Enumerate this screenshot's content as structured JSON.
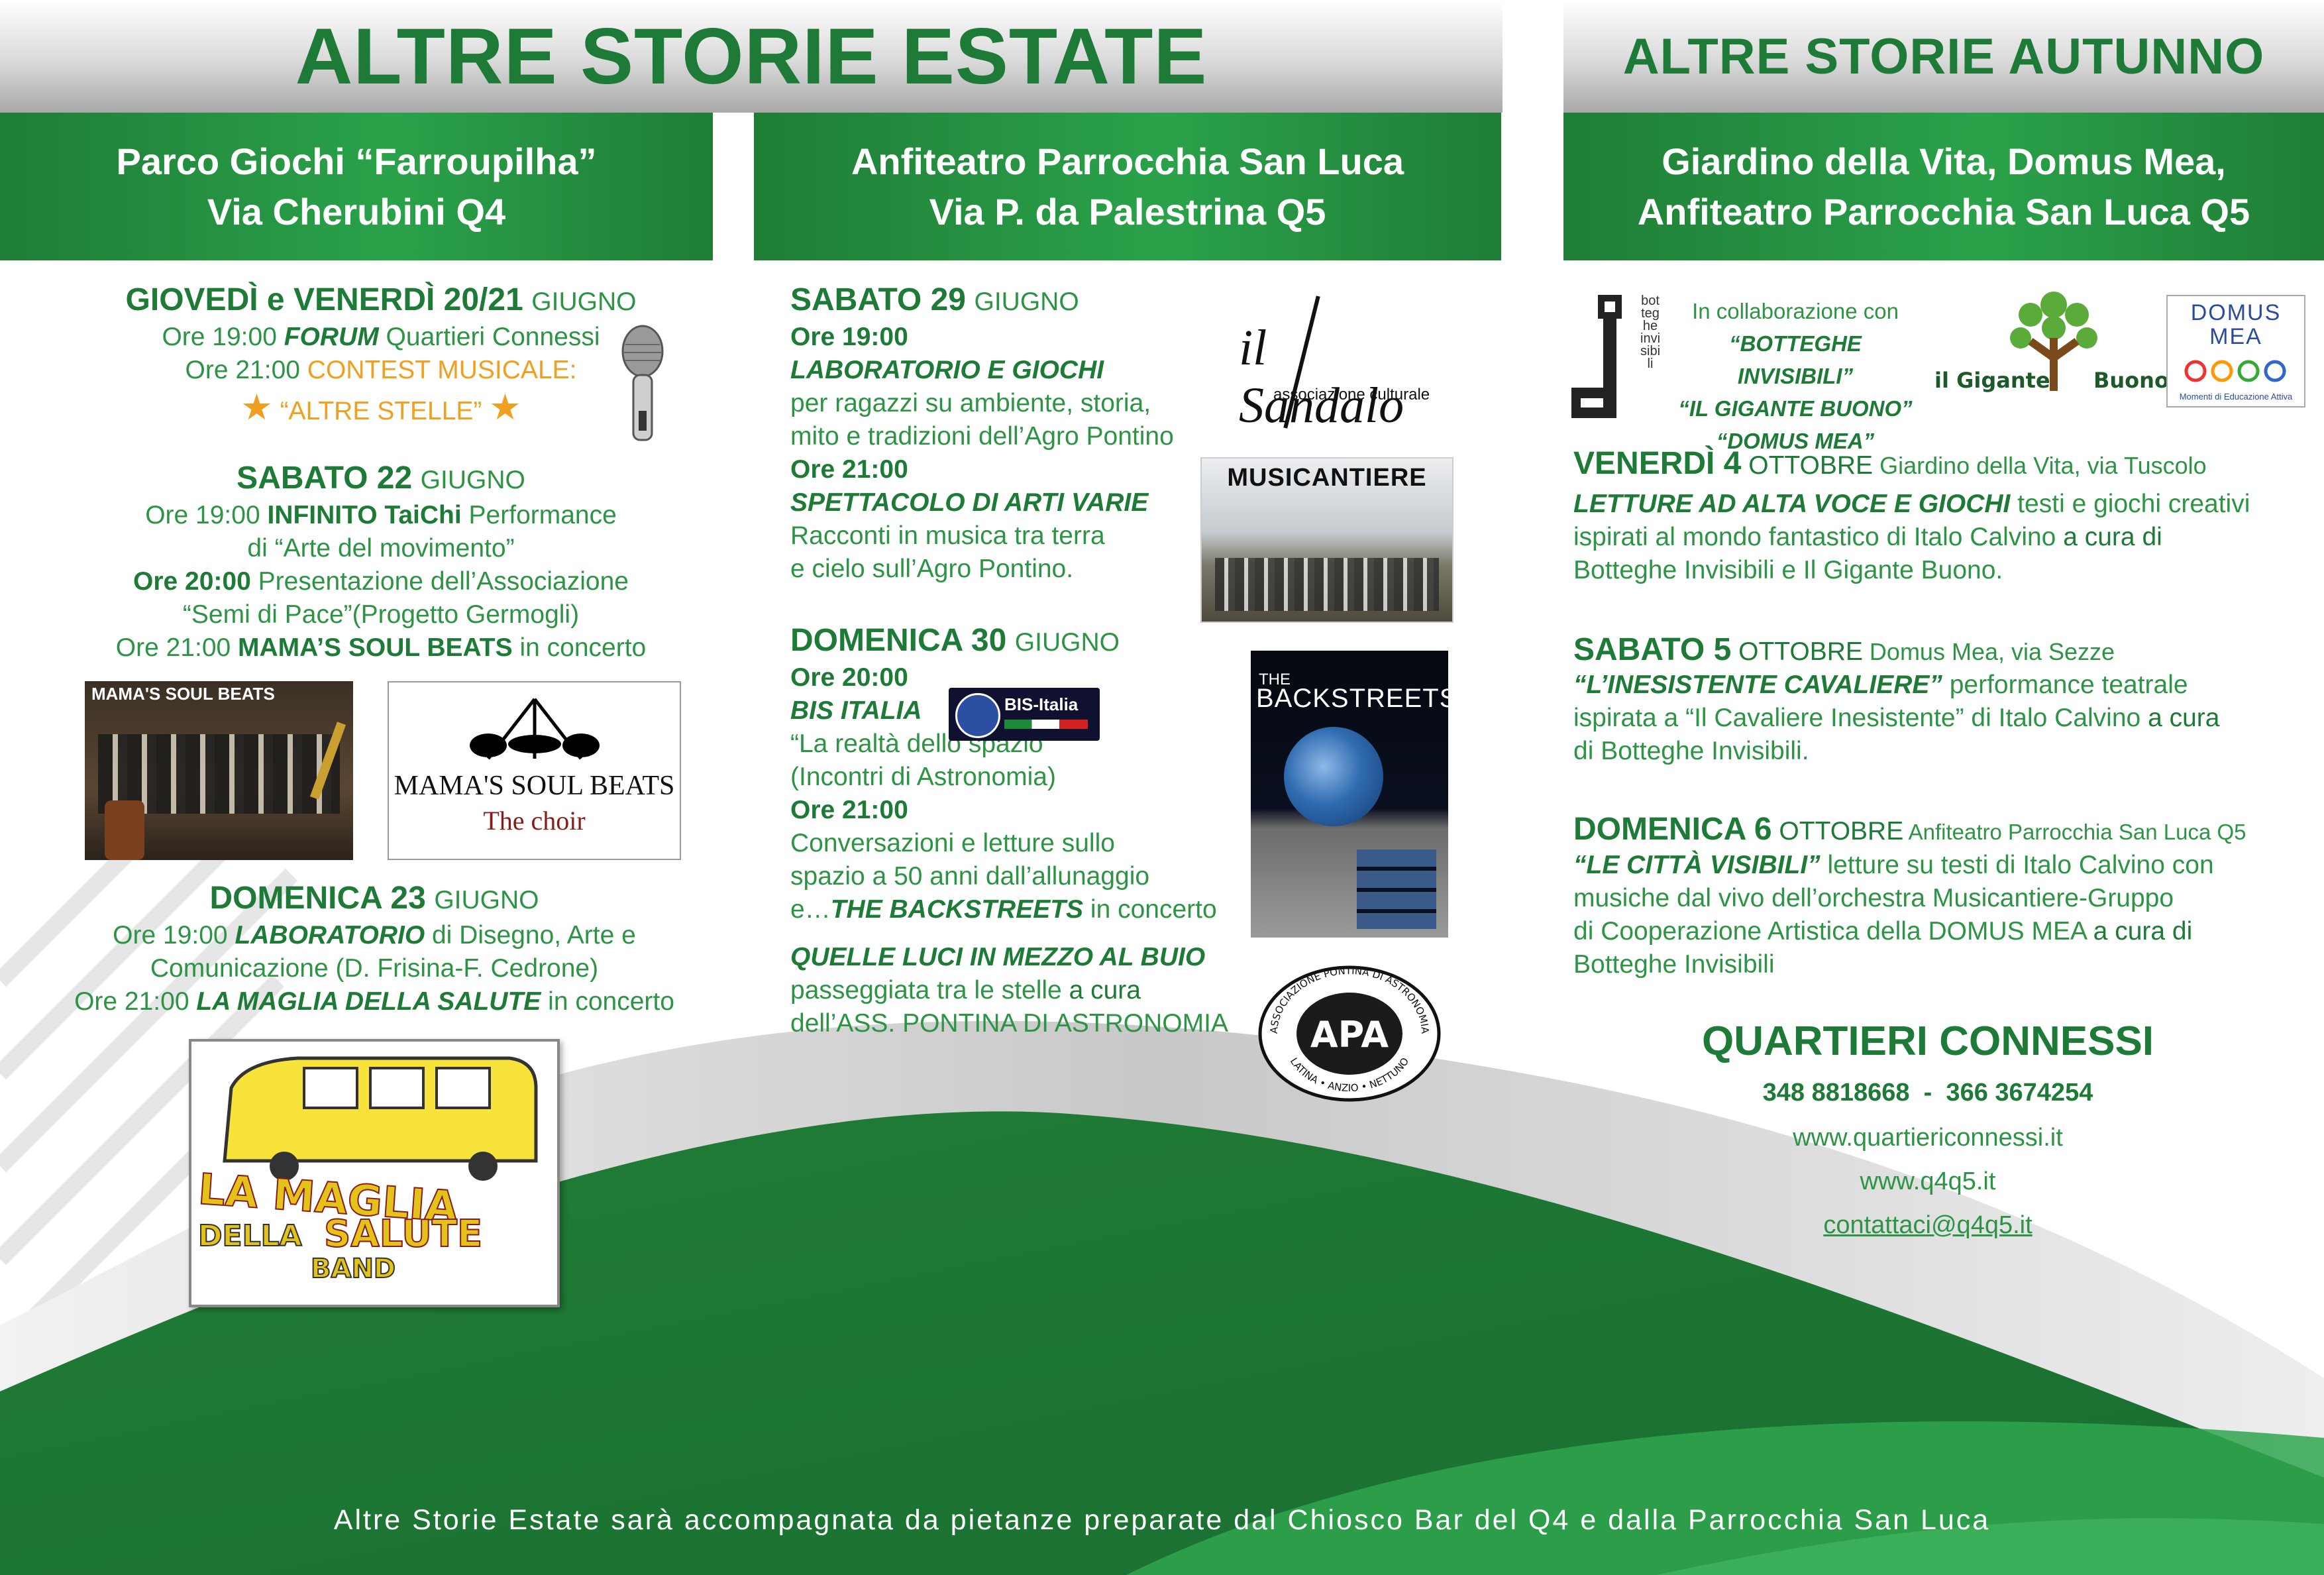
{
  "colors": {
    "green_dark": "#1e7a37",
    "green": "#2e9445",
    "orange": "#f0a020",
    "grey": "#a9a9a9"
  },
  "estate": {
    "title": "ALTRE  STORIE ESTATE",
    "venue1": {
      "line1": "Parco Giochi “Farroupilha”",
      "line2": "Via Cherubini Q4"
    },
    "venue2": {
      "line1": "Anfiteatro Parrocchia San Luca",
      "line2": "Via P. da Palestrina Q5"
    }
  },
  "autunno": {
    "title": "ALTRE STORIE AUTUNNO",
    "venue": {
      "line1": "Giardino della Vita, Domus Mea,",
      "line2": "Anfiteatro Parrocchia San Luca Q5"
    }
  },
  "col1": {
    "d1": {
      "day": "GIOVEDÌ e VENERDÌ 20/21",
      "month": "GIUGNO",
      "l1a": "Ore 19:00 ",
      "l1b": "FORUM",
      "l1c": " Quartieri Connessi",
      "l2a": "Ore 21:00 ",
      "l2b": "CONTEST MUSICALE:",
      "l3": "“ALTRE STELLE”"
    },
    "d2": {
      "day": "SABATO 22",
      "month": "GIUGNO",
      "l1a": "Ore 19:00 ",
      "l1b": "INFINITO TaiChi",
      "l1c": " Performance",
      "l2": "di “Arte del movimento”",
      "l3a": "Ore 20:00",
      "l3b": " Presentazione dell’Associazione",
      "l4": "“Semi di Pace”(Progetto Germogli)",
      "l5a": "Ore 21:00 ",
      "l5b": "MAMA’S SOUL BEATS",
      "l5c": " in concerto"
    },
    "mama_photo_caption": "MAMA'S SOUL BEATS",
    "mama_logo": {
      "line1": "MAMA'S SOUL BEATS",
      "line2": "The choir"
    },
    "d3": {
      "day": "DOMENICA 23",
      "month": "GIUGNO",
      "l1a": "Ore 19:00 ",
      "l1b": "LABORATORIO",
      "l1c": " di Disegno, Arte e",
      "l2": "Comunicazione (D. Frisina-F. Cedrone)",
      "l3a": "Ore 21:00 ",
      "l3b": "LA MAGLIA DELLA SALUTE",
      "l3c": " in concerto"
    },
    "maglia_logo": {
      "w1": "LA MAGLIA",
      "w2": "DELLA",
      "w3": "SALUTE",
      "w4": "BAND"
    }
  },
  "col2": {
    "d1": {
      "day": "SABATO 29",
      "month": "GIUGNO",
      "l1": "Ore 19:00",
      "l2": "LABORATORIO E GIOCHI",
      "l3": "per ragazzi su ambiente, storia,",
      "l4": "mito e tradizioni dell’Agro Pontino",
      "l5": "Ore 21:00",
      "l6": "SPETTACOLO DI ARTI VARIE",
      "l7": "Racconti in musica tra terra",
      "l8": "e cielo sull’Agro Pontino."
    },
    "sandalo": {
      "name": "il Sandalo",
      "sub": "associazione culturale"
    },
    "musicantiere": "MUSICANTIERE",
    "d2": {
      "day": "DOMENICA 30",
      "month": "GIUGNO",
      "l1": "Ore 20:00",
      "l2": "BIS ITALIA",
      "l3": "“La realtà dello spazio”",
      "l4": "(Incontri di Astronomia)",
      "l5": "Ore 21:00",
      "l6": "Conversazioni e letture sullo",
      "l7": "spazio a 50 anni dall’allunaggio",
      "l8a": "e…",
      "l8b": "THE BACKSTREETS",
      "l8c": " in concerto"
    },
    "bis_logo": "BIS-Italia",
    "backstreets": {
      "the": "THE",
      "name": "BACKSTREETS"
    },
    "d3": {
      "l1": "QUELLE LUCI IN MEZZO AL BUIO",
      "l2a": "passeggiata tra le stelle ",
      "l2b": "a cura",
      "l3": "dell’ASS. PONTINA DI ASTRONOMIA"
    },
    "apa": {
      "ring_top": "ASSOCIAZIONE PONTINA DI ASTRONOMIA",
      "ring_bottom": "LATINA • ANZIO • NETTUNO",
      "mark": "APA"
    }
  },
  "col3": {
    "collab": {
      "l1": "In collaborazione con",
      "l2": "“BOTTEGHE INVISIBILI”",
      "l3": "“IL GIGANTE BUONO”",
      "l4": "“DOMUS MEA”"
    },
    "botteghe_letters": "botteghe invisibili",
    "gigante": {
      "a": "il Gigante",
      "b": "Buono"
    },
    "domus": {
      "l1": "DOMUS",
      "l2": "MEA",
      "sub": "Momenti di Educazione Attiva"
    },
    "e1": {
      "day": "VENERDÌ 4",
      "month": "OTTOBRE",
      "place": " Giardino della Vita, via Tuscolo",
      "l1a": "LETTURE AD ALTA VOCE E GIOCHI",
      "l1b": " testi e giochi creativi",
      "l2a": "ispirati al mondo fantastico di Italo Calvino ",
      "l2b": "a cura di",
      "l3": "Botteghe Invisibili e Il Gigante Buono."
    },
    "e2": {
      "day": "SABATO 5",
      "month": "OTTOBRE",
      "place": " Domus Mea, via Sezze",
      "l1a": "“L’INESISTENTE CAVALIERE”",
      "l1b": " performance teatrale",
      "l2a": "ispirata a “Il Cavaliere Inesistente” di Italo Calvino ",
      "l2b": "a cura",
      "l3": "di Botteghe Invisibili."
    },
    "e3": {
      "day": "DOMENICA 6",
      "month": "OTTOBRE",
      "place": " Anfiteatro Parrocchia San Luca Q5",
      "l1a": "“LE CITTÀ VISIBILI”",
      "l1b": " letture su testi di Italo Calvino con",
      "l2": "musiche dal vivo dell’orchestra Musicantiere-Gruppo",
      "l3a": "di Cooperazione Artistica della DOMUS MEA ",
      "l3b": "a cura di",
      "l4": "Botteghe Invisibili"
    },
    "contacts": {
      "title": "QUARTIERI CONNESSI",
      "phones": "348 8818668  -  366 3674254",
      "site1": "www.quartiericonnessi.it",
      "site2": "www.q4q5.it",
      "email": "contattaci@q4q5.it"
    }
  },
  "footer": "Altre Storie Estate sarà accompagnata da pietanze preparate dal Chiosco Bar del Q4 e dalla Parrocchia San Luca"
}
